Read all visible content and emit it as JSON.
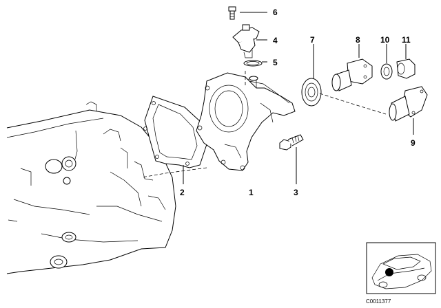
{
  "diagram": {
    "reference_code": "C0011377",
    "parts": [
      {
        "number": "1",
        "name": "transmission-extension-housing"
      },
      {
        "number": "2",
        "name": "gasket"
      },
      {
        "number": "3",
        "name": "hex-bolt"
      },
      {
        "number": "4",
        "name": "speed-sensor"
      },
      {
        "number": "5",
        "name": "o-ring"
      },
      {
        "number": "6",
        "name": "sensor-screw"
      },
      {
        "number": "7",
        "name": "shaft-seal"
      },
      {
        "number": "8",
        "name": "output-flange"
      },
      {
        "number": "9",
        "name": "output-flange-alt"
      },
      {
        "number": "10",
        "name": "washer"
      },
      {
        "number": "11",
        "name": "collar-nut"
      }
    ]
  }
}
